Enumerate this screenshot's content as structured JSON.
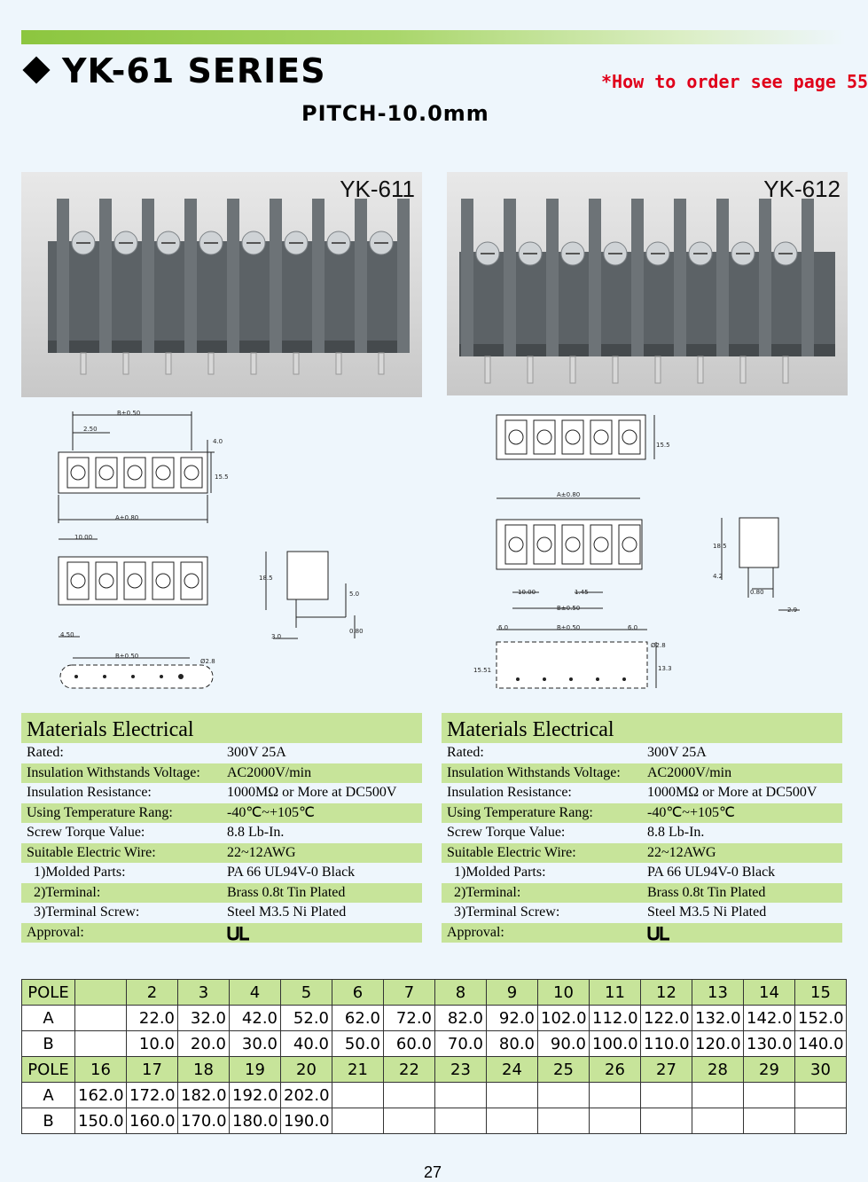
{
  "header": {
    "title": "YK-61 SERIES",
    "pitch": "PITCH-10.0mm",
    "order_note": "*How to order see page 55"
  },
  "photos": [
    {
      "label": "YK-611"
    },
    {
      "label": "YK-612"
    }
  ],
  "drawing_labels": {
    "b050": "B±0.50",
    "a080": "A±0.80",
    "d250": "2.50",
    "d40": "4.0",
    "d155": "15.5",
    "d1000": "10.00",
    "d450": "4.50",
    "d185": "18.5",
    "d50": "5.0",
    "d30": "3.0",
    "d080": "0.80",
    "d28": "Ø2.8",
    "d145": "1.45",
    "d60": "6.0",
    "d133": "13.3",
    "d1551": "15.51",
    "d42": "4.2",
    "d29": "2.9"
  },
  "specs": {
    "title": "Materials Electrical",
    "rows": [
      {
        "k": "Rated:",
        "v": "300V  25A"
      },
      {
        "k": "Insulation Withstands Voltage:",
        "v": "AC2000V/min"
      },
      {
        "k": "Insulation Resistance:",
        "v": "1000MΩ  or More at DC500V"
      },
      {
        "k": "Using Temperature Rang:",
        "v": "-40℃~+105℃"
      },
      {
        "k": "Screw Torque Value:",
        "v": "8.8 Lb-In."
      },
      {
        "k": "Suitable Electric Wire:",
        "v": "22~12AWG"
      },
      {
        "k": "1)Molded Parts:",
        "v": "PA 66 UL94V-0 Black"
      },
      {
        "k": "2)Terminal:",
        "v": "Brass 0.8t Tin Plated"
      },
      {
        "k": "3)Terminal Screw:",
        "v": "Steel M3.5 Ni Plated"
      },
      {
        "k": "Approval:",
        "v": ""
      }
    ]
  },
  "table": {
    "pole_label": "POLE",
    "a_label": "A",
    "b_label": "B",
    "poles_1": [
      "",
      "2",
      "3",
      "4",
      "5",
      "6",
      "7",
      "8",
      "9",
      "10",
      "11",
      "12",
      "13",
      "14",
      "15"
    ],
    "a_1": [
      "",
      "22.0",
      "32.0",
      "42.0",
      "52.0",
      "62.0",
      "72.0",
      "82.0",
      "92.0",
      "102.0",
      "112.0",
      "122.0",
      "132.0",
      "142.0",
      "152.0"
    ],
    "b_1": [
      "",
      "10.0",
      "20.0",
      "30.0",
      "40.0",
      "50.0",
      "60.0",
      "70.0",
      "80.0",
      "90.0",
      "100.0",
      "110.0",
      "120.0",
      "130.0",
      "140.0"
    ],
    "poles_2": [
      "16",
      "17",
      "18",
      "19",
      "20",
      "21",
      "22",
      "23",
      "24",
      "25",
      "26",
      "27",
      "28",
      "29",
      "30"
    ],
    "a_2": [
      "162.0",
      "172.0",
      "182.0",
      "192.0",
      "202.0",
      "",
      "",
      "",
      "",
      "",
      "",
      "",
      "",
      "",
      ""
    ],
    "b_2": [
      "150.0",
      "160.0",
      "170.0",
      "180.0",
      "190.0",
      "",
      "",
      "",
      "",
      "",
      "",
      "",
      "",
      "",
      ""
    ]
  },
  "page_number": "27",
  "colors": {
    "accent_green": "#c7e49a",
    "order_red": "#e0001a",
    "page_bg": "#eef6fc"
  }
}
